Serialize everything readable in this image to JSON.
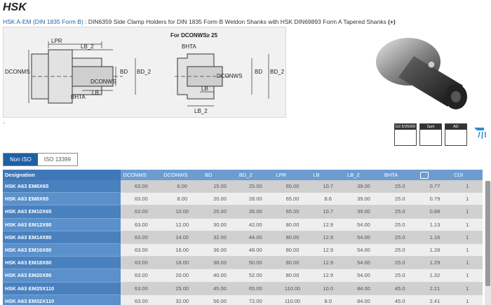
{
  "header": {
    "brand": "HSK",
    "series": "HSK A-EM (DIN 1835 Form B)",
    "description": " : DIN6359 Side Clamp Holders for DIN 1835 Form B Weldon Shanks with HSK DIN69893 Form A Tapered Shanks ",
    "plus": "(+)"
  },
  "drawing": {
    "lpr": "LPR",
    "lb2_top": "LB_2",
    "dconms": "DCONMS",
    "bd": "BD",
    "bd2": "BD_2",
    "dconws": "DCONWS",
    "lb": "LB",
    "bhta": "BHTA",
    "heading_right": "For DCONWS≥ 25",
    "bhta_right": "BHTA",
    "dconws_right": "DCONWS",
    "bd_right": "BD",
    "bd2_right": "BD_2",
    "lb_right": "LB",
    "lb2_right": "LB_2"
  },
  "icons": [
    {
      "name": "balance-icon",
      "label": "G2.5/25000"
    },
    {
      "name": "runout-icon",
      "label": "3μm"
    },
    {
      "name": "clamping-icon",
      "label": "AD"
    },
    {
      "name": "coolant-icon",
      "label": ""
    }
  ],
  "misc": {
    "dot": "."
  },
  "tabs": [
    {
      "label": "Non ISO",
      "active": true
    },
    {
      "label": "ISO 13399",
      "active": false
    }
  ],
  "table": {
    "headers": [
      "Designation",
      "DCONMS",
      "DCONWS",
      "BD",
      "BD_2",
      "LPR",
      "LB",
      "LB_2",
      "BHTA",
      "",
      "CDI"
    ],
    "rows": [
      [
        "HSK A63 EM6X65",
        "63.00",
        "6.00",
        "15.00",
        "25.00",
        "65.00",
        "10.7",
        "39.00",
        "25.0",
        "0.77",
        "1"
      ],
      [
        "HSK A63 EM8X65",
        "63.00",
        "8.00",
        "20.00",
        "28.00",
        "65.00",
        "8.6",
        "39.00",
        "25.0",
        "0.79",
        "1"
      ],
      [
        "HSK A63 EM10X65",
        "63.00",
        "10.00",
        "25.00",
        "35.00",
        "65.00",
        "10.7",
        "39.00",
        "25.0",
        "0.88",
        "1"
      ],
      [
        "HSK A63 EM12X80",
        "63.00",
        "12.00",
        "30.00",
        "42.00",
        "80.00",
        "12.9",
        "54.00",
        "25.0",
        "1.13",
        "1"
      ],
      [
        "HSK A63 EM14X80",
        "63.00",
        "14.00",
        "32.00",
        "44.00",
        "80.00",
        "12.9",
        "54.00",
        "25.0",
        "1.16",
        "1"
      ],
      [
        "HSK A63 EM16X80",
        "63.00",
        "16.00",
        "36.00",
        "48.00",
        "80.00",
        "12.9",
        "54.00",
        "25.0",
        "1.28",
        "1"
      ],
      [
        "HSK A63 EM18X80",
        "63.00",
        "18.00",
        "38.00",
        "50.00",
        "80.00",
        "12.9",
        "54.00",
        "25.0",
        "1.29",
        "1"
      ],
      [
        "HSK A63 EM20X80",
        "63.00",
        "20.00",
        "40.00",
        "52.00",
        "80.00",
        "12.9",
        "54.00",
        "25.0",
        "1.32",
        "1"
      ],
      [
        "HSK A63 EM25X110",
        "63.00",
        "25.00",
        "45.00",
        "65.00",
        "110.00",
        "10.0",
        "84.00",
        "45.0",
        "2.21",
        "1"
      ],
      [
        "HSK A63 EM32X110",
        "63.00",
        "32.00",
        "56.00",
        "72.00",
        "110.00",
        "8.0",
        "84.00",
        "45.0",
        "2.41",
        "1"
      ]
    ]
  }
}
